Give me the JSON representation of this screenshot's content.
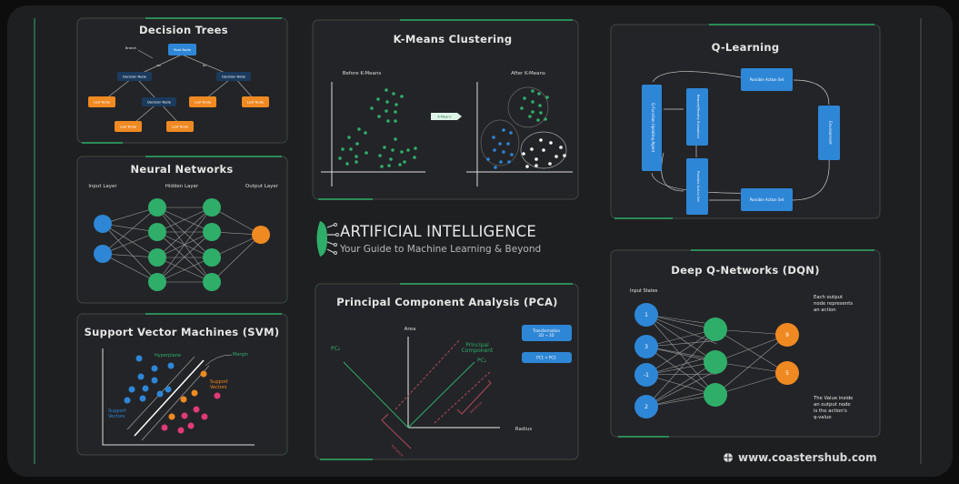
{
  "colors": {
    "background": "#1e1f21",
    "panel": "#232427",
    "accent_green": "#2fae6a",
    "blue": "#2e86d6",
    "orange": "#ef8a22",
    "pink": "#e03a7a",
    "dashed_red": "#b24a5a"
  },
  "decision_trees": {
    "title": "Decision Trees",
    "root": "Root Node",
    "decision": "Decision Node",
    "leaf": "Leaf Node",
    "branch": "Branch",
    "yes": "Yes",
    "no": "No"
  },
  "neural_networks": {
    "title": "Neural Networks",
    "input_layer": "Input Layer",
    "hidden_layer": "Hidden Layer",
    "output_layer": "Output Layer"
  },
  "svm": {
    "title": "Support Vector Machines (SVM)",
    "hyperplane": "Hyperplane",
    "margin": "Margin",
    "support_vectors_orange": [
      "Support",
      "Vectors"
    ],
    "support_vectors_blue": [
      "Support",
      "Vectors"
    ]
  },
  "kmeans": {
    "title": "K-Means Clustering",
    "before": "Before K-Means",
    "after": "After K-Means",
    "arrow_label": "K-Means"
  },
  "center": {
    "title": "ARTIFICIAL INTELLIGENCE",
    "subtitle": "Your Guide to Machine Learning & Beyond",
    "logo_icon": "brain-circuit-icon"
  },
  "pca": {
    "title": "Principal Component Analysis (PCA)",
    "y_axis": "Area",
    "x_axis": "Radius",
    "pc1": "PC₁",
    "pc2": "PC₂",
    "principal_component": [
      "Principal",
      "Component"
    ],
    "variance": "Variance",
    "transformation": [
      "Transformation",
      "2D → 1D"
    ],
    "pc_box": "PC1 > PC2"
  },
  "q_learning": {
    "title": "Q-Learning",
    "agent": "Q-Function Updating Agent",
    "reward": "Reward/Penalty Evaluation",
    "action_set": "Possible Action Set",
    "environment": "Environment"
  },
  "dqn": {
    "title": "Deep Q-Networks (DQN)",
    "input_states": "Input States",
    "inputs": [
      "1",
      "3",
      "-1",
      "2"
    ],
    "outputs": [
      "9",
      "5"
    ],
    "note_top": [
      "Each output",
      "node represents",
      "an action"
    ],
    "note_bottom": [
      "The Value inside",
      "an output node",
      "is the action's",
      "q-value"
    ]
  },
  "footer": {
    "url": "www.coastershub.com",
    "globe_icon": "globe-icon"
  }
}
